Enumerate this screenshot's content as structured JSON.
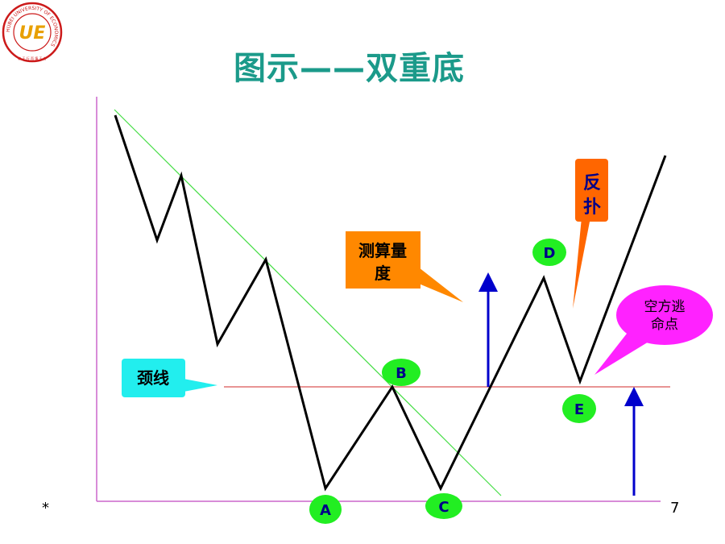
{
  "slide": {
    "title": "图示——双重底",
    "footer_left": "*",
    "page_number": "7"
  },
  "logo": {
    "ring_text": "HUBEI UNIVERSITY OF ECONOMICS",
    "initials": "UE",
    "motto": "敏 于 行 而 慎 于 言"
  },
  "diagram": {
    "callouts": {
      "neckline": "颈线",
      "measure_line1": "测算量",
      "measure_line2": "度",
      "pullback_line1": "反",
      "pullback_line2": "扑",
      "escape_line1": "空方逃",
      "escape_line2": "命点"
    },
    "points": {
      "a": "A",
      "b": "B",
      "c": "C",
      "d": "D",
      "e": "E"
    }
  },
  "colors": {
    "title": "#1b9a8a",
    "neckline": "#e07070",
    "trendline": "#44dd44",
    "axes": "#cc66cc",
    "arrows": "#0000cc",
    "point_fill": "#22ee22",
    "neckline_box": "#22eeee",
    "measure_box": "#ff8800",
    "pullback_box": "#ff6600",
    "escape_bubble": "#ff22ff"
  }
}
